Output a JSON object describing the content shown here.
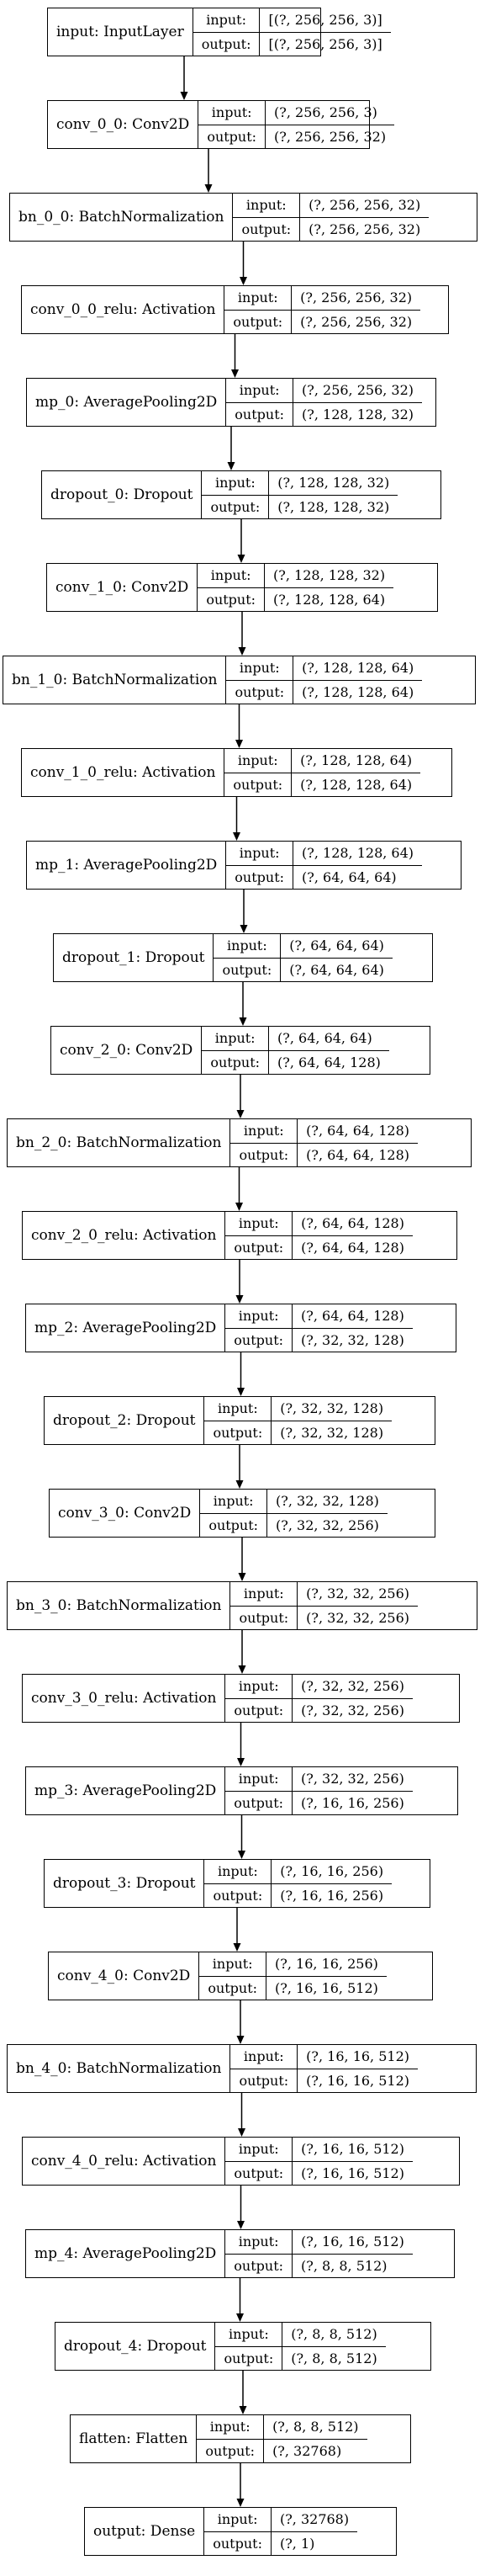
{
  "io_labels": {
    "input": "input:",
    "output": "output:"
  },
  "layers": [
    {
      "name": "input: InputLayer",
      "input": "[(?, 256, 256, 3)]",
      "output": "[(?, 256, 256, 3)]"
    },
    {
      "name": "conv_0_0: Conv2D",
      "input": "(?, 256, 256, 3)",
      "output": "(?, 256, 256, 32)"
    },
    {
      "name": "bn_0_0: BatchNormalization",
      "input": "(?, 256, 256, 32)",
      "output": "(?, 256, 256, 32)"
    },
    {
      "name": "conv_0_0_relu: Activation",
      "input": "(?, 256, 256, 32)",
      "output": "(?, 256, 256, 32)"
    },
    {
      "name": "mp_0: AveragePooling2D",
      "input": "(?, 256, 256, 32)",
      "output": "(?, 128, 128, 32)"
    },
    {
      "name": "dropout_0: Dropout",
      "input": "(?, 128, 128, 32)",
      "output": "(?, 128, 128, 32)"
    },
    {
      "name": "conv_1_0: Conv2D",
      "input": "(?, 128, 128, 32)",
      "output": "(?, 128, 128, 64)"
    },
    {
      "name": "bn_1_0: BatchNormalization",
      "input": "(?, 128, 128, 64)",
      "output": "(?, 128, 128, 64)"
    },
    {
      "name": "conv_1_0_relu: Activation",
      "input": "(?, 128, 128, 64)",
      "output": "(?, 128, 128, 64)"
    },
    {
      "name": "mp_1: AveragePooling2D",
      "input": "(?, 128, 128, 64)",
      "output": "(?, 64, 64, 64)"
    },
    {
      "name": "dropout_1: Dropout",
      "input": "(?, 64, 64, 64)",
      "output": "(?, 64, 64, 64)"
    },
    {
      "name": "conv_2_0: Conv2D",
      "input": "(?, 64, 64, 64)",
      "output": "(?, 64, 64, 128)"
    },
    {
      "name": "bn_2_0: BatchNormalization",
      "input": "(?, 64, 64, 128)",
      "output": "(?, 64, 64, 128)"
    },
    {
      "name": "conv_2_0_relu: Activation",
      "input": "(?, 64, 64, 128)",
      "output": "(?, 64, 64, 128)"
    },
    {
      "name": "mp_2: AveragePooling2D",
      "input": "(?, 64, 64, 128)",
      "output": "(?, 32, 32, 128)"
    },
    {
      "name": "dropout_2: Dropout",
      "input": "(?, 32, 32, 128)",
      "output": "(?, 32, 32, 128)"
    },
    {
      "name": "conv_3_0: Conv2D",
      "input": "(?, 32, 32, 128)",
      "output": "(?, 32, 32, 256)"
    },
    {
      "name": "bn_3_0: BatchNormalization",
      "input": "(?, 32, 32, 256)",
      "output": "(?, 32, 32, 256)"
    },
    {
      "name": "conv_3_0_relu: Activation",
      "input": "(?, 32, 32, 256)",
      "output": "(?, 32, 32, 256)"
    },
    {
      "name": "mp_3: AveragePooling2D",
      "input": "(?, 32, 32, 256)",
      "output": "(?, 16, 16, 256)"
    },
    {
      "name": "dropout_3: Dropout",
      "input": "(?, 16, 16, 256)",
      "output": "(?, 16, 16, 256)"
    },
    {
      "name": "conv_4_0: Conv2D",
      "input": "(?, 16, 16, 256)",
      "output": "(?, 16, 16, 512)"
    },
    {
      "name": "bn_4_0: BatchNormalization",
      "input": "(?, 16, 16, 512)",
      "output": "(?, 16, 16, 512)"
    },
    {
      "name": "conv_4_0_relu: Activation",
      "input": "(?, 16, 16, 512)",
      "output": "(?, 16, 16, 512)"
    },
    {
      "name": "mp_4: AveragePooling2D",
      "input": "(?, 16, 16, 512)",
      "output": "(?, 8, 8, 512)"
    },
    {
      "name": "dropout_4: Dropout",
      "input": "(?, 8, 8, 512)",
      "output": "(?, 8, 8, 512)"
    },
    {
      "name": "flatten: Flatten",
      "input": "(?, 8, 8, 512)",
      "output": "(?, 32768)"
    },
    {
      "name": "output: Dense",
      "input": "(?, 32768)",
      "output": "(?, 1)"
    }
  ]
}
